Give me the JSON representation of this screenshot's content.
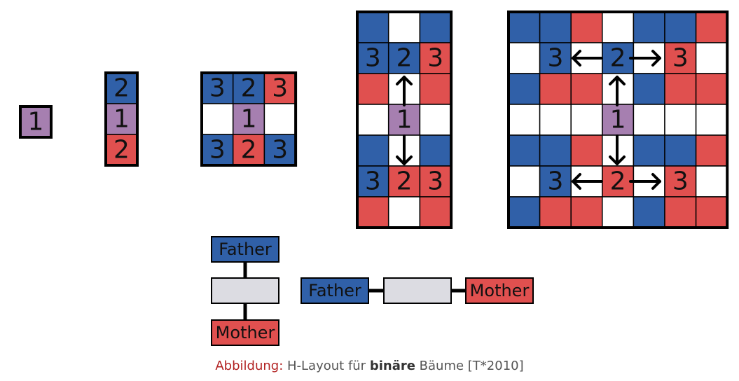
{
  "colors": {
    "father": "#3060a8",
    "mother": "#e0504f",
    "root": "#a67fb0",
    "empty": "#ffffff",
    "box": "#dcdce2"
  },
  "labels": {
    "father": "Father",
    "mother": "Mother",
    "n1": "1",
    "n2": "2",
    "n3": "3"
  },
  "caption": {
    "label": "Abbildung:",
    "text_before": "H-Layout für",
    "bold": "binäre",
    "text_after": "Bäume [T*2010]"
  }
}
